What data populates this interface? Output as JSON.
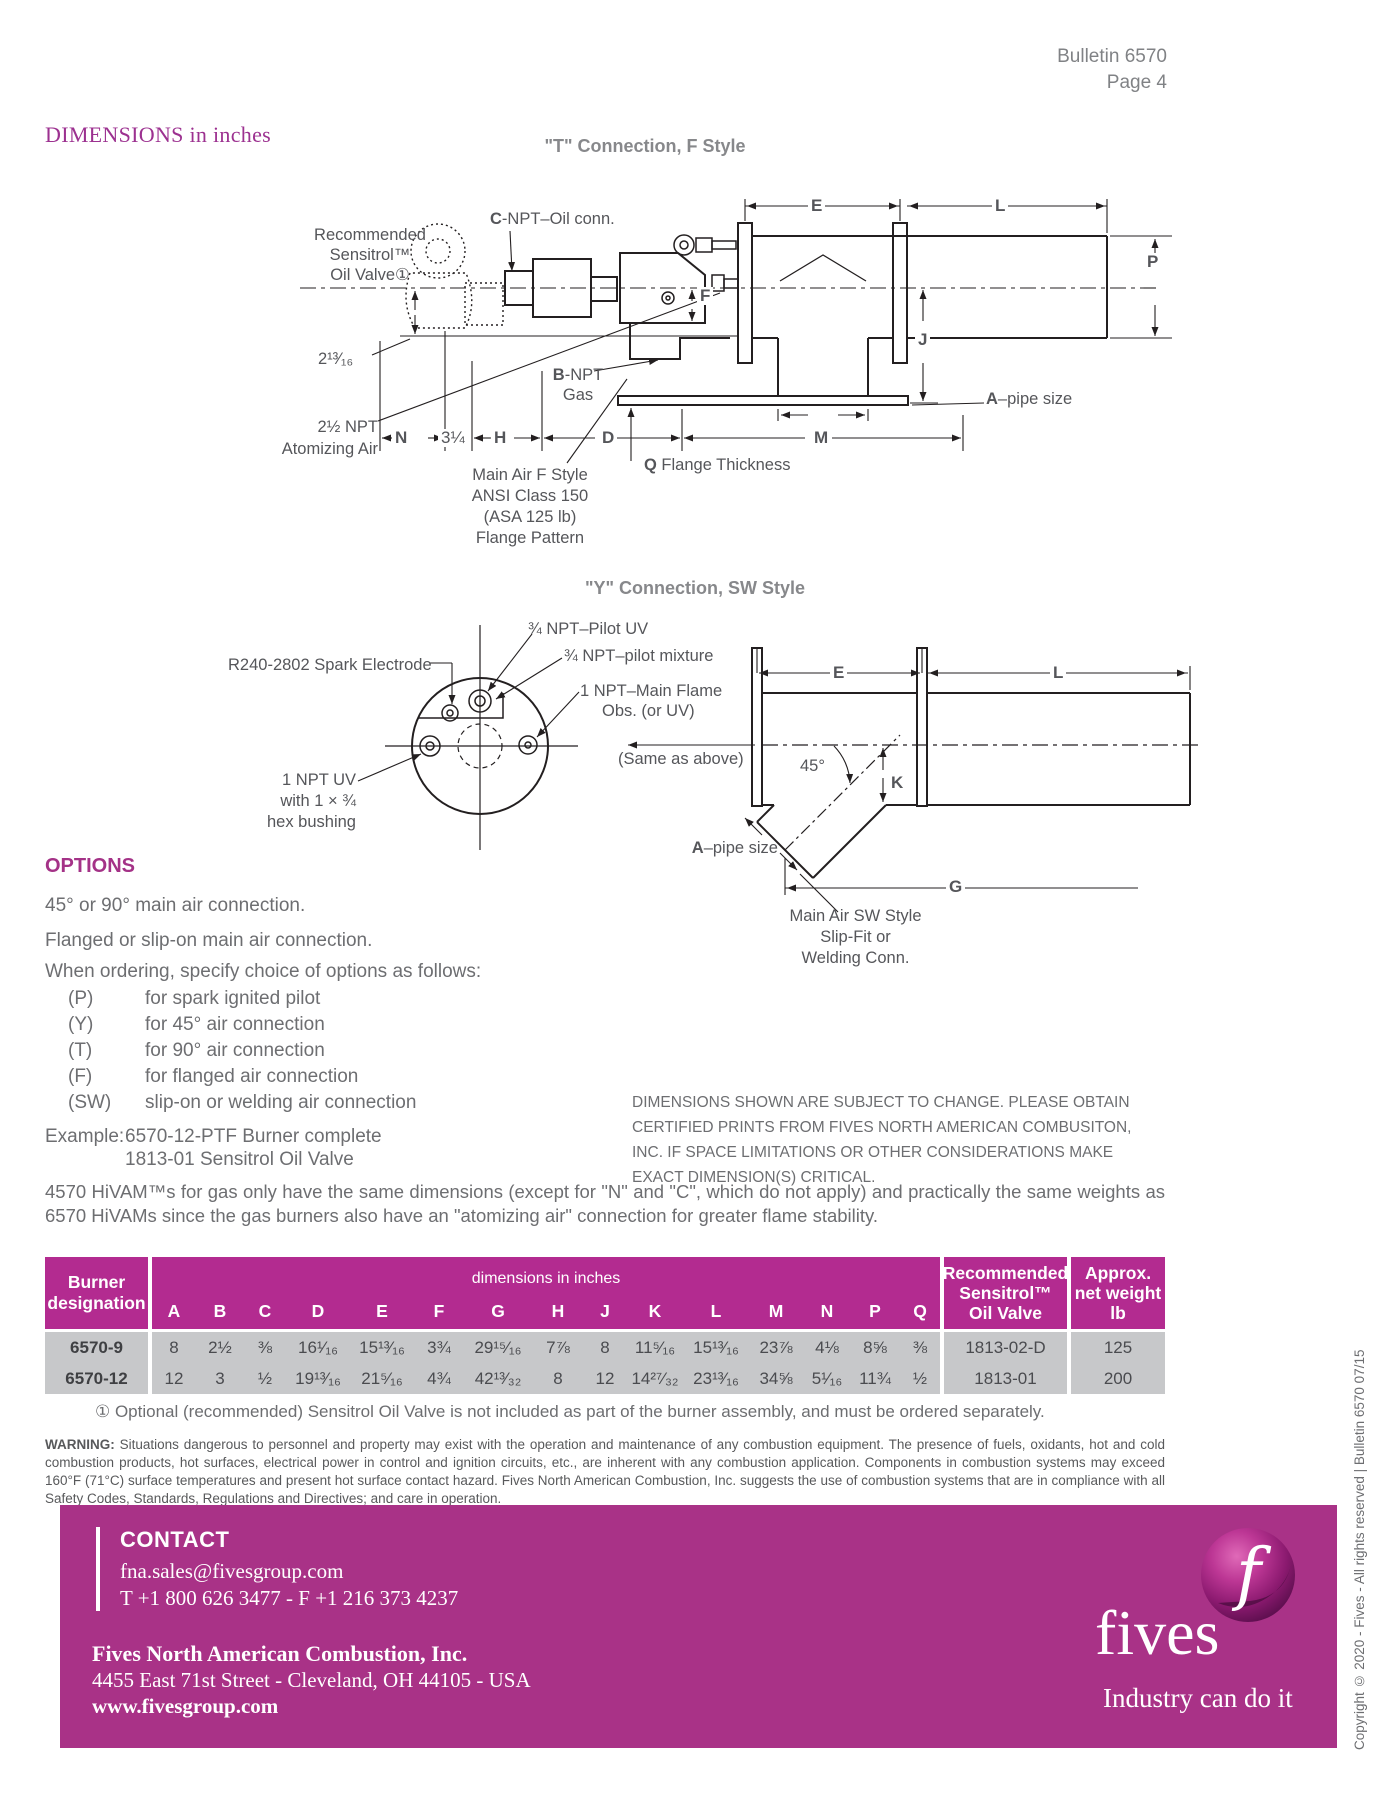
{
  "page": {
    "bulletin_line1": "Bulletin 6570",
    "bulletin_line2": "Page 4",
    "heading": "DIMENSIONS in inches"
  },
  "colors": {
    "brand_magenta": "#a93287",
    "table_header_magenta": "#b32b90",
    "gray_text": "#6d6e71",
    "line_black": "#231f20",
    "table_body_gray": "#c7c8ca"
  },
  "diagram1": {
    "title": "\"T\" Connection, F Style",
    "labels": {
      "recommended1": "Recommended",
      "recommended2": "Sensitrol™",
      "recommended3": "Oil Valve①",
      "c_bold": "C",
      "c_rest": "-NPT–Oil conn.",
      "b_bold": "B",
      "b_rest": "-NPT",
      "b_line2": "Gas",
      "a_bold": "A",
      "a_rest": "–pipe size",
      "q_bold": "Q",
      "q_rest": " Flange Thickness",
      "atomizing1": "2½ NPT",
      "atomizing2": "Atomizing Air",
      "main_air1": "Main Air F Style",
      "main_air2": "ANSI Class 150",
      "main_air3": "(ASA 125 lb)",
      "main_air4": "Flange Pattern",
      "dim_offset": "2¹³⁄₁₆",
      "dim_3_14": "3¼"
    },
    "dims": {
      "e": "E",
      "l": "L",
      "p": "P",
      "j": "J",
      "f": "F",
      "n": "N",
      "h": "H",
      "d": "D",
      "m": "M"
    }
  },
  "diagram2": {
    "title": "\"Y\" Connection, SW Style",
    "labels": {
      "pilot_uv": "¾ NPT–Pilot UV",
      "pilot_mixture": "¾ NPT–pilot mixture",
      "main_flame1": "1 NPT–Main Flame",
      "main_flame2": "Obs. (or UV)",
      "spark": "R240-2802 Spark Electrode",
      "same_as_above": "(Same as above)",
      "uv1": "1 NPT UV",
      "uv2": "with 1 × ¾",
      "uv3": "hex bushing",
      "a_bold": "A",
      "a_rest": "–pipe size",
      "angle": "45°",
      "main_air1": "Main Air SW Style",
      "main_air2": "Slip-Fit or",
      "main_air3": "Welding Conn."
    },
    "dims": {
      "e": "E",
      "l": "L",
      "k": "K",
      "g": "G"
    }
  },
  "options": {
    "heading": "OPTIONS",
    "line1": "45° or 90° main air connection.",
    "line2": "Flanged or slip-on main air connection.",
    "line3": "When ordering, specify choice of options as follows:",
    "items": [
      {
        "code": "(P)",
        "desc": "for spark ignited pilot"
      },
      {
        "code": "(Y)",
        "desc": "for 45° air connection"
      },
      {
        "code": "(T)",
        "desc": "for 90° air connection"
      },
      {
        "code": "(F)",
        "desc": "for flanged air connection"
      },
      {
        "code": "(SW)",
        "desc": "slip-on or welding air connection"
      }
    ],
    "example_label": "Example:",
    "example_line1": "6570-12-PTF Burner complete",
    "example_line2": "1813-01 Sensitrol Oil Valve"
  },
  "note": "DIMENSIONS SHOWN ARE SUBJECT TO CHANGE. PLEASE OBTAIN CERTIFIED PRINTS FROM FIVES NORTH AMERICAN COMBUSITON, INC. IF SPACE LIMITATIONS OR OTHER CONSIDERATIONS MAKE EXACT DIMENSION(S) CRITICAL.",
  "paragraph": "4570 HiVAM™s for gas only have the same dimensions (except for \"N\" and \"C\", which do not apply) and practically the same weights as 6570 HiVAMs since the gas burners also have an \"atomizing air\" connection for greater flame stability.",
  "table": {
    "designation_header1": "Burner",
    "designation_header2": "designation",
    "dims_caption": "dimensions in inches",
    "columns": [
      "A",
      "B",
      "C",
      "D",
      "E",
      "F",
      "G",
      "H",
      "J",
      "K",
      "L",
      "M",
      "N",
      "P",
      "Q"
    ],
    "sensitrol_header1": "Recommended",
    "sensitrol_header2": "Sensitrol™",
    "sensitrol_header3": "Oil Valve",
    "weight_header1": "Approx.",
    "weight_header2": "net weight",
    "weight_header3": "lb",
    "rows": [
      {
        "designation": "6570-9",
        "values": [
          "8",
          "2½",
          "⅜",
          "16¹⁄₁₆",
          "15¹³⁄₁₆",
          "3¾",
          "29¹⁵⁄₁₆",
          "7⅞",
          "8",
          "11⁵⁄₁₆",
          "15¹³⁄₁₆",
          "23⅞",
          "4⅛",
          "8⅝",
          "⅜"
        ],
        "sensitrol": "1813-02-D",
        "weight": "125"
      },
      {
        "designation": "6570-12",
        "values": [
          "12",
          "3",
          "½",
          "19¹³⁄₁₆",
          "21⁵⁄₁₆",
          "4¾",
          "42¹³⁄₃₂",
          "8",
          "12",
          "14²⁷⁄₃₂",
          "23¹³⁄₁₆",
          "34⅝",
          "5¹⁄₁₆",
          "11¾",
          "½"
        ],
        "sensitrol": "1813-01",
        "weight": "200"
      }
    ]
  },
  "footnote": "① Optional (recommended) Sensitrol Oil Valve is not included as part of the burner assembly, and must be ordered separately.",
  "warning_label": "WARNING:",
  "warning_text": " Situations dangerous to personnel and property may exist with the operation and maintenance of any combustion equipment. The presence of fuels, oxidants, hot and cold combustion products, hot surfaces, electrical power in control and ignition circuits, etc., are inherent with any combustion application. Components in combustion systems may exceed 160°F (71°C) surface temperatures and present hot surface contact hazard. Fives North American Combustion, Inc. suggests the use of combustion systems that are in compliance with all Safety Codes, Standards, Regulations and Directives; and care in operation.",
  "footer": {
    "contact_heading": "CONTACT",
    "email": "fna.sales@fivesgroup.com",
    "phone": "T +1 800 626 3477 - F +1 216 373 4237",
    "company": "Fives North American Combustion, Inc.",
    "address": "4455 East 71st Street - Cleveland, OH 44105 - USA",
    "website": "www.fivesgroup.com",
    "wordmark": "fives",
    "tagline": "Industry can do it",
    "logo_letter": "f"
  },
  "copyright": "Copyright © 2020 - Fives - All rights reserved | Bulletin 6570 07/15"
}
